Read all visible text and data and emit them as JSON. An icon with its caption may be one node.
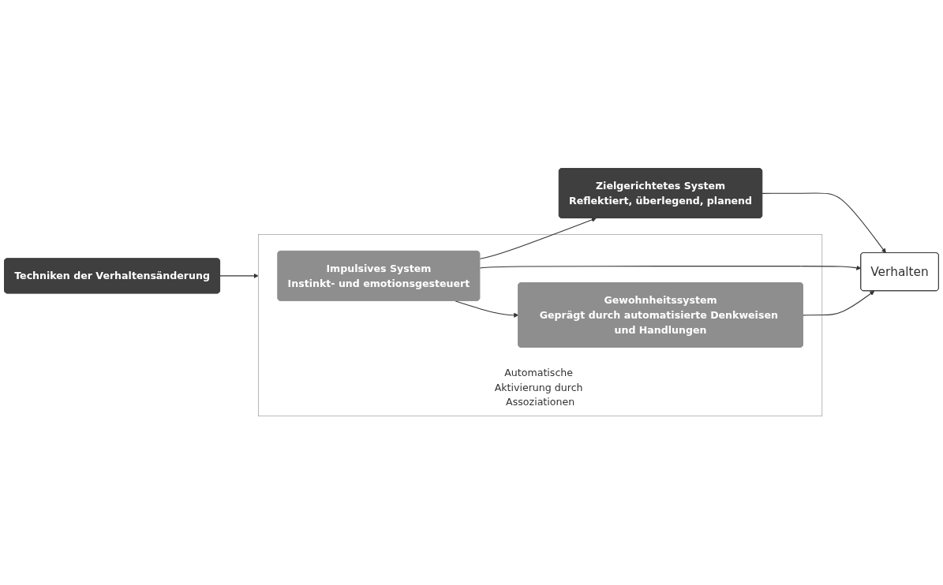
{
  "diagram": {
    "nodes": [
      {
        "text": [
          "Zielgerichtetes System",
          "Reflektiert, überlegend, planend"
        ]
      },
      {
        "text": [
          "Techniken der Verhaltensänderung"
        ]
      },
      {
        "text": [
          "Automatische Aktivierung durch Assoziationen"
        ]
      },
      {
        "text": [
          "Impulsives System",
          "Instinkt- und emotionsgesteuert"
        ],
        "in": 2
      },
      {
        "text": [
          "Gewohnheitssystem",
          "Geprägt durch automatisierte Denkweisen und Handlungen"
        ],
        "in": 2
      },
      {
        "text": [
          "Verhalten"
        ]
      }
    ],
    "edges": [
      {
        "from": 0,
        "to": 5,
        "arrow": "to"
      },
      {
        "from": 3,
        "to": 0,
        "arrow": "to"
      },
      {
        "from": 1,
        "to": 2,
        "arrow": "to"
      },
      {
        "from": 3,
        "to": 5,
        "arrow": "to"
      },
      {
        "from": 3,
        "to": 4,
        "arrow": "to"
      },
      {
        "from": 4,
        "to": 5,
        "arrow": "to"
      }
    ]
  }
}
